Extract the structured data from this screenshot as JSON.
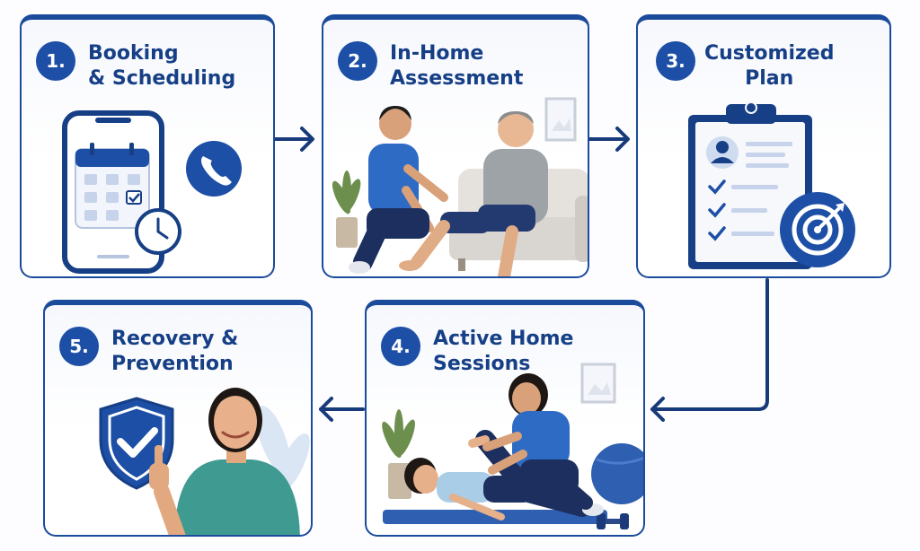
{
  "steps": [
    {
      "number": "1.",
      "title": "Booking\n& Scheduling"
    },
    {
      "number": "2.",
      "title": "In-Home\nAssessment"
    },
    {
      "number": "3.",
      "title": "Customized\nPlan"
    },
    {
      "number": "4.",
      "title": "Active Home\nSessions"
    },
    {
      "number": "5.",
      "title": "Recovery &\nPrevention"
    }
  ],
  "colors": {
    "primary_blue": "#1c4fa5",
    "navy": "#173a7a",
    "light_blue": "#dbe5f5",
    "shirt_teal": "#3f9a92",
    "mat_blue": "#2f5fb0"
  }
}
